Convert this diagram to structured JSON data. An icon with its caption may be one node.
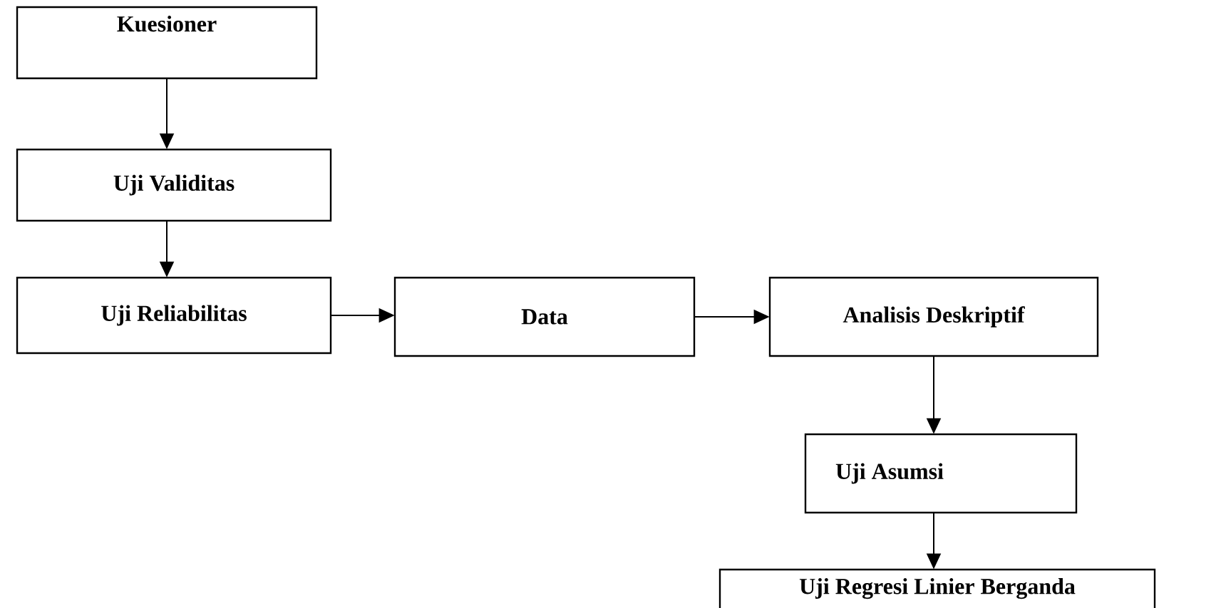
{
  "diagram": {
    "nodes": [
      {
        "text": [
          "Kuesioner"
        ]
      },
      {
        "text": [
          "Uji Validitas"
        ]
      },
      {
        "text": [
          "Uji Reliabilitas"
        ]
      },
      {
        "text": [
          "Data"
        ]
      },
      {
        "text": [
          "Analisis Deskriptif"
        ]
      },
      {
        "text": [
          "Uji Asumsi"
        ]
      },
      {
        "text": [
          "Uji Regresi Linier Berganda"
        ]
      }
    ],
    "edges": [
      {
        "from": 0,
        "to": 1,
        "arrow": "to"
      },
      {
        "from": 1,
        "to": 2,
        "arrow": "to"
      },
      {
        "from": 2,
        "to": 3,
        "arrow": "to"
      },
      {
        "from": 3,
        "to": 4,
        "arrow": "to"
      },
      {
        "from": 4,
        "to": 5,
        "arrow": "to"
      },
      {
        "from": 5,
        "to": 6,
        "arrow": "to"
      }
    ]
  }
}
